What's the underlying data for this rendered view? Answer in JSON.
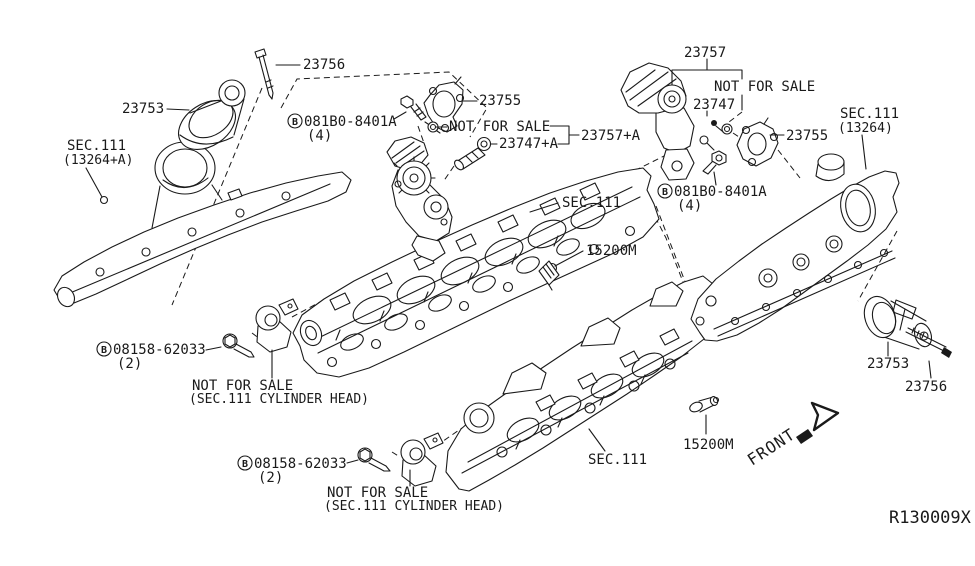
{
  "meta": {
    "drawing_code": "R130009X",
    "front_label": "FRONT"
  },
  "part_numbers": {
    "p23753": "23753",
    "p23755": "23755",
    "p23756": "23756",
    "p23757": "23757",
    "p23757a": "23757+A",
    "p23747": "23747",
    "p23747a": "23747+A",
    "p15200m": "15200M"
  },
  "hardware": {
    "b_marker": "B",
    "bolt_081b0": "081B0-8401A",
    "bolt_081b0_qty": "(4)",
    "bolt_08158": "08158-62033",
    "bolt_08158_qty": "(2)"
  },
  "references": {
    "sec111": "SEC.111",
    "sec111_13264": "(13264)",
    "sec111_13264a": "(13264+A)",
    "not_for_sale": "NOT FOR SALE",
    "not_for_sale_cyl_head": "(SEC.111 CYLINDER HEAD)"
  },
  "colors": {
    "background": "#ffffff",
    "line": "#1a1a1a"
  }
}
